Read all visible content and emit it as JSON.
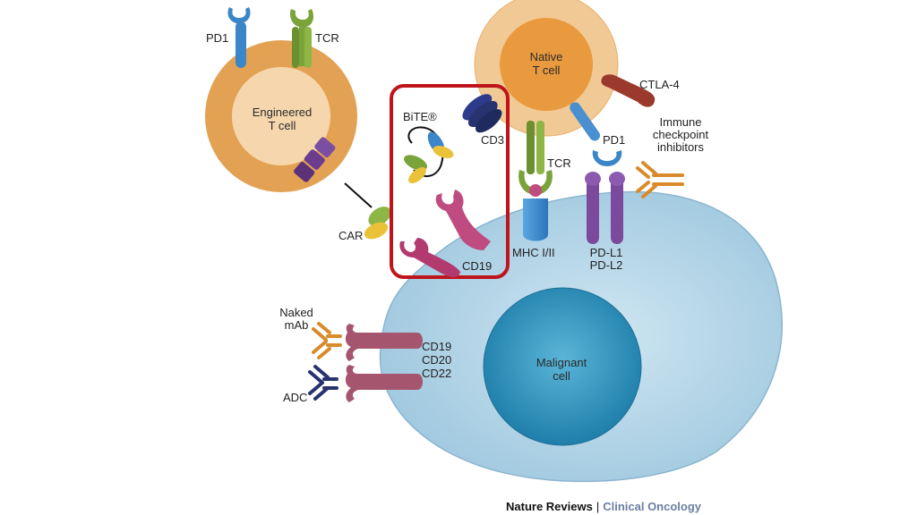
{
  "cells": {
    "engineered": "Engineered\nT cell",
    "native": "Native\nT cell",
    "malignant": "Malignant\ncell"
  },
  "labels": {
    "pd1_top": "PD1",
    "tcr_top": "TCR",
    "car": "CAR",
    "bite": "BiTE®",
    "cd3": "CD3",
    "tcr_native": "TCR",
    "pd1_native": "PD1",
    "ctla4": "CTLA-4",
    "immune_checkpoint": "Immune\ncheckpoint\ninhibitors",
    "mhc": "MHC I/II",
    "pdl": "PD-L1\nPD-L2",
    "cd19_bite": "CD19",
    "naked_mab": "Naked\nmAb",
    "adc": "ADC",
    "cd_list": "CD19\nCD20\nCD22"
  },
  "footer": {
    "journal": "Nature Reviews",
    "separator": "|",
    "section": "Clinical Oncology"
  },
  "colors": {
    "t_cell": "#e8a653",
    "malignant_outer": "#a9cfe3",
    "malignant_nucleus": "#2f8fb8",
    "highlight_box": "#c0141c",
    "pd1": "#3b86c8",
    "tcr": "#7aa33a",
    "car": "#6b3d8e",
    "cd19": "#b33a6f",
    "mhc": "#3f8fd0",
    "pdl": "#7c4a9c",
    "ctla4": "#9b3a2c",
    "antibody_orange": "#d98a2b",
    "adc_navy": "#27336e",
    "cd_marker": "#a5566e"
  }
}
